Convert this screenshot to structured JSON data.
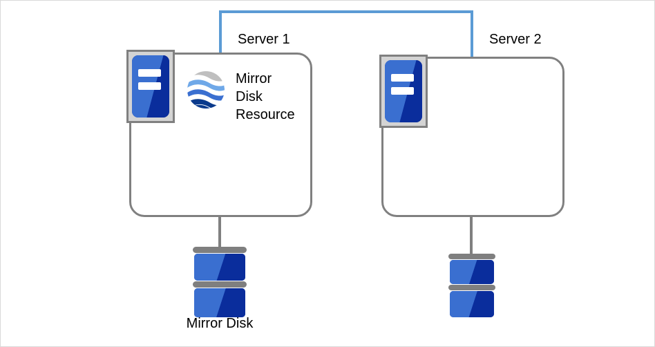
{
  "diagram": {
    "title": "Mirror Disk Resource cluster diagram",
    "colors": {
      "network_line": "#5B9BD5",
      "enclosure_border": "#808080",
      "cable": "#808080",
      "disk_plate": "#7F7F7F",
      "disk_blue_light": "#3A6FD0",
      "disk_blue_dark": "#0A2D9C",
      "icon_plate": "#D4D4D4",
      "text": "#000000",
      "canvas": "#FFFFFF"
    },
    "network": {
      "name": "interconnect-link",
      "style": "bracket"
    },
    "servers": [
      {
        "id": "server-1",
        "caption": "Server 1",
        "icon": "server-tower-icon",
        "resource": {
          "icon": "mirror-disk-resource-globe-icon",
          "label": "Mirror\nDisk\nResource"
        }
      },
      {
        "id": "server-2",
        "caption": "Server 2",
        "icon": "server-tower-icon",
        "resource": null
      }
    ],
    "disks": [
      {
        "id": "mirror-disk-left",
        "icon": "disk-stack-icon",
        "caption": "Mirror Disk"
      },
      {
        "id": "mirror-disk-right",
        "icon": "disk-stack-icon",
        "caption": ""
      }
    ]
  }
}
